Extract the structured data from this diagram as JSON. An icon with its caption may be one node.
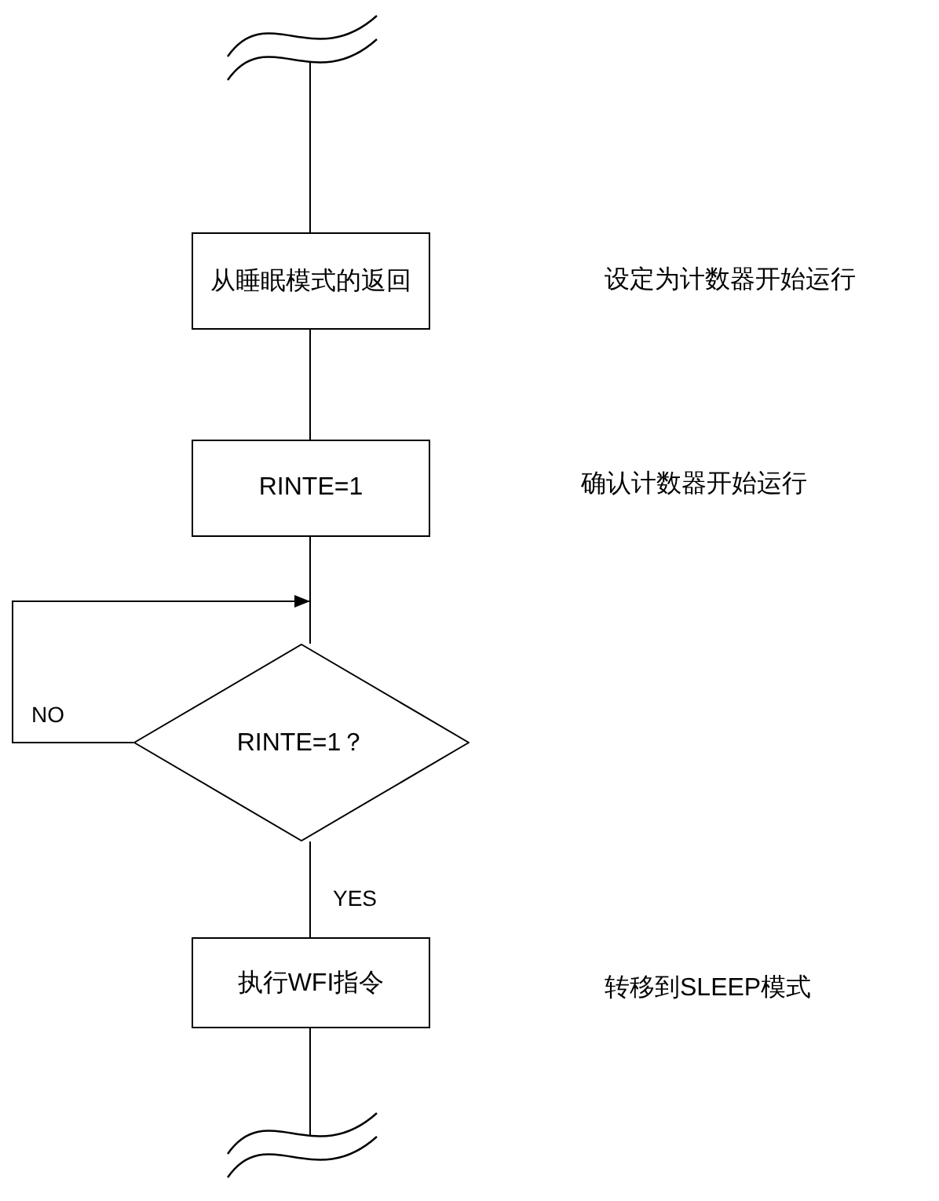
{
  "diagram": {
    "nodes": [
      {
        "text": [
          "从睡眠模式的返回"
        ]
      },
      {
        "text": [
          "RINTE=1"
        ]
      },
      {
        "text": [
          "RINTE=1？"
        ]
      },
      {
        "text": [
          "执行WFI指令"
        ]
      }
    ],
    "edges": [
      {
        "from": null,
        "to": 0,
        "arrow": "none"
      },
      {
        "from": 0,
        "to": 1,
        "arrow": "none"
      },
      {
        "from": 1,
        "to": 2,
        "arrow": "none"
      },
      {
        "from": 2,
        "to": 2,
        "arrow": "to",
        "label": "NO"
      },
      {
        "from": 2,
        "to": 3,
        "arrow": "none",
        "label": "YES"
      },
      {
        "from": 3,
        "to": null,
        "arrow": "none"
      }
    ],
    "labels": [
      "设定为计数器开始运行",
      "确认计数器开始运行",
      "转移到SLEEP模式"
    ]
  }
}
